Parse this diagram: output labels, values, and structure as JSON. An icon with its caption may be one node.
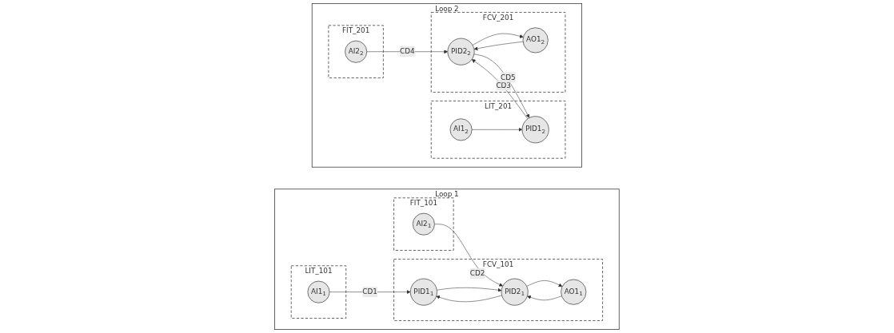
{
  "diagram": {
    "nodes": [
      {
        "text": [
          "Loop 1"
        ]
      },
      {
        "text": [
          "LIT_101"
        ],
        "in": 0
      },
      {
        "text": [
          "AI1$_{1}$"
        ],
        "in": 1
      },
      {
        "text": [
          "FIT_101"
        ],
        "in": 0
      },
      {
        "text": [
          "AI2$_{1}$"
        ],
        "in": 3
      },
      {
        "text": [
          "FCV_101"
        ],
        "in": 0
      },
      {
        "text": [
          "PID1$_{1}$"
        ],
        "in": 5
      },
      {
        "text": [
          "PID2$_{1}$"
        ],
        "in": 5
      },
      {
        "text": [
          "AO1$_{1}$"
        ],
        "in": 5
      },
      {
        "text": [
          "Loop 2"
        ]
      },
      {
        "text": [
          "LIT_201"
        ],
        "in": 9
      },
      {
        "text": [
          "AI1$_{2}$"
        ],
        "in": 10
      },
      {
        "text": [
          "PID1$_{2}$"
        ],
        "in": 10
      },
      {
        "text": [
          "FIT_201"
        ],
        "in": 9
      },
      {
        "text": [
          "AI2$_{2}$"
        ],
        "in": 13
      },
      {
        "text": [
          "FCV_201"
        ],
        "in": 9
      },
      {
        "text": [
          "PID2$_{2}$"
        ],
        "in": 15
      },
      {
        "text": [
          "AO1$_{2}$"
        ],
        "in": 15
      }
    ],
    "edges": [
      {
        "from": 2,
        "to": 6,
        "arrow": "to",
        "label": "CD1"
      },
      {
        "from": 4,
        "to": 7,
        "arrow": "to",
        "label": "CD2"
      },
      {
        "from": 6,
        "to": 7,
        "arrow": "to"
      },
      {
        "from": 7,
        "to": 6,
        "arrow": "to"
      },
      {
        "from": 7,
        "to": 8,
        "arrow": "to"
      },
      {
        "from": 8,
        "to": 7,
        "arrow": "to"
      },
      {
        "from": 11,
        "to": 12,
        "arrow": "to"
      },
      {
        "from": 12,
        "to": 16,
        "arrow": "to",
        "label": "CD3"
      },
      {
        "from": 16,
        "to": 12,
        "arrow": "to",
        "label": "CD5"
      },
      {
        "from": 14,
        "to": 16,
        "arrow": "to",
        "label": "CD4"
      },
      {
        "from": 16,
        "to": 17,
        "arrow": "to"
      },
      {
        "from": 17,
        "to": 16,
        "arrow": "to"
      }
    ]
  }
}
